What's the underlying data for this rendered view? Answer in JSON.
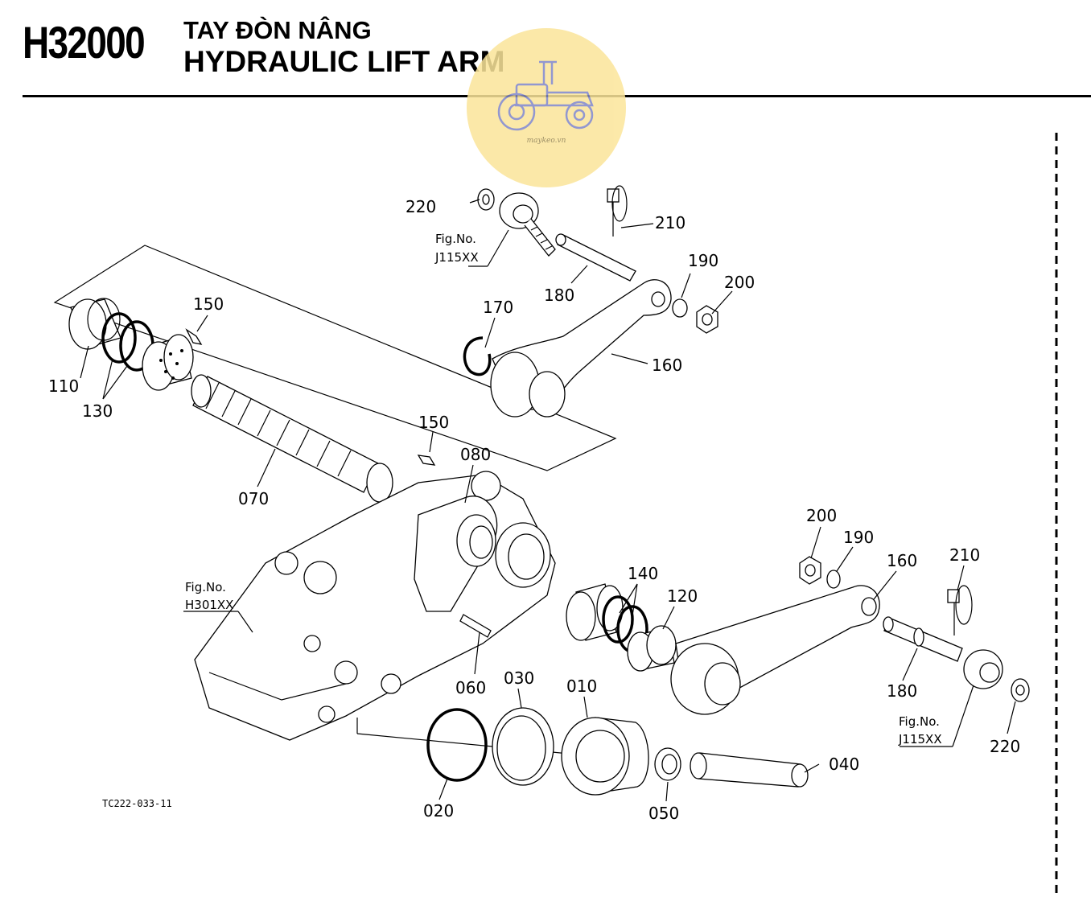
{
  "header": {
    "code": "H32000",
    "title_vn": "TAY ĐÒN NÂNG",
    "title_en": "HYDRAULIC LIFT ARM"
  },
  "logo": {
    "text": "maykeo.vn",
    "icon": "tractor-icon",
    "color": "#fbe59a"
  },
  "callouts": {
    "p220_top": "220",
    "p210_top": "210",
    "p180_top": "180",
    "p190_top": "190",
    "p200_top": "200",
    "p170": "170",
    "p160_top": "160",
    "p150_a": "150",
    "p110": "110",
    "p130": "130",
    "p150_b": "150",
    "p080": "080",
    "p070": "070",
    "p200_r": "200",
    "p190_r": "190",
    "p160_r": "160",
    "p210_r": "210",
    "p140": "140",
    "p120": "120",
    "p180_r": "180",
    "p060": "060",
    "p030": "030",
    "p010": "010",
    "p040": "040",
    "p050": "050",
    "p020": "020",
    "p220_r": "220"
  },
  "fig_refs": {
    "ref_top": {
      "label": "Fig.No.",
      "code": "J115XX"
    },
    "ref_left": {
      "label": "Fig.No.",
      "code": "H301XX"
    },
    "ref_right": {
      "label": "Fig.No.",
      "code": "J115XX"
    }
  },
  "drawing_code": "TC222-033-11"
}
